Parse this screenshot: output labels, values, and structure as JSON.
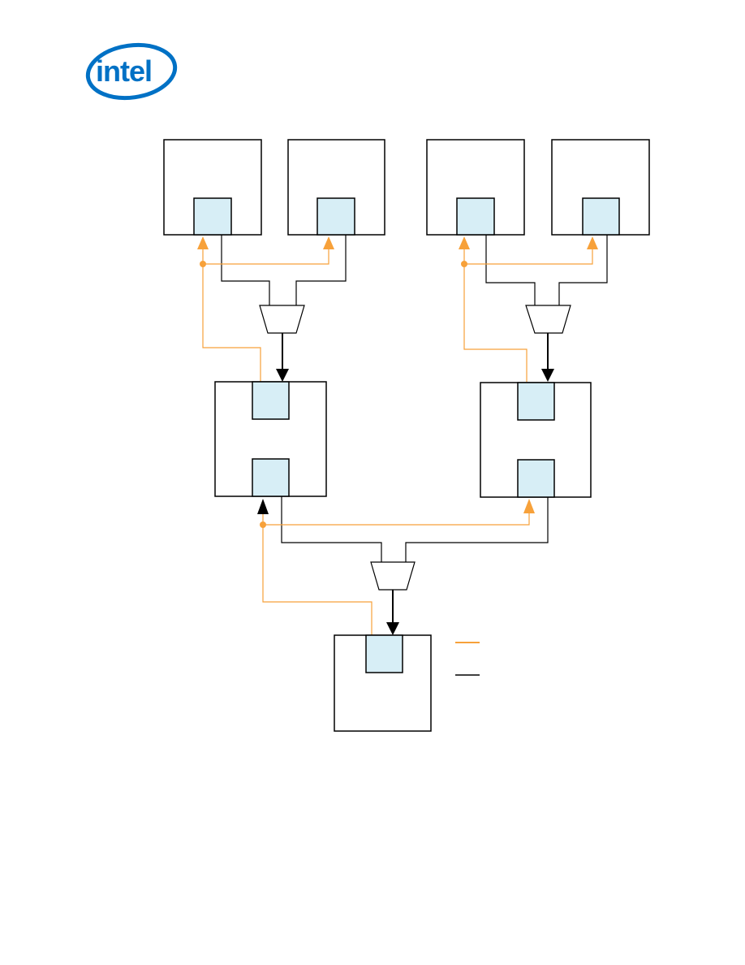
{
  "header": {
    "logo_text": "intel",
    "logo_color": "#0071c5"
  },
  "colors": {
    "block_stroke": "#000000",
    "block_fill": "#ffffff",
    "port_fill": "#d7eef6",
    "port_stroke": "#000000",
    "clock_line": "#f7a13a",
    "data_line": "#000000"
  },
  "legend": {
    "items": [
      {
        "name": "orange-line-legend",
        "color": "#f7a13a",
        "label": ""
      },
      {
        "name": "black-line-legend",
        "color": "#000000",
        "label": ""
      }
    ]
  }
}
